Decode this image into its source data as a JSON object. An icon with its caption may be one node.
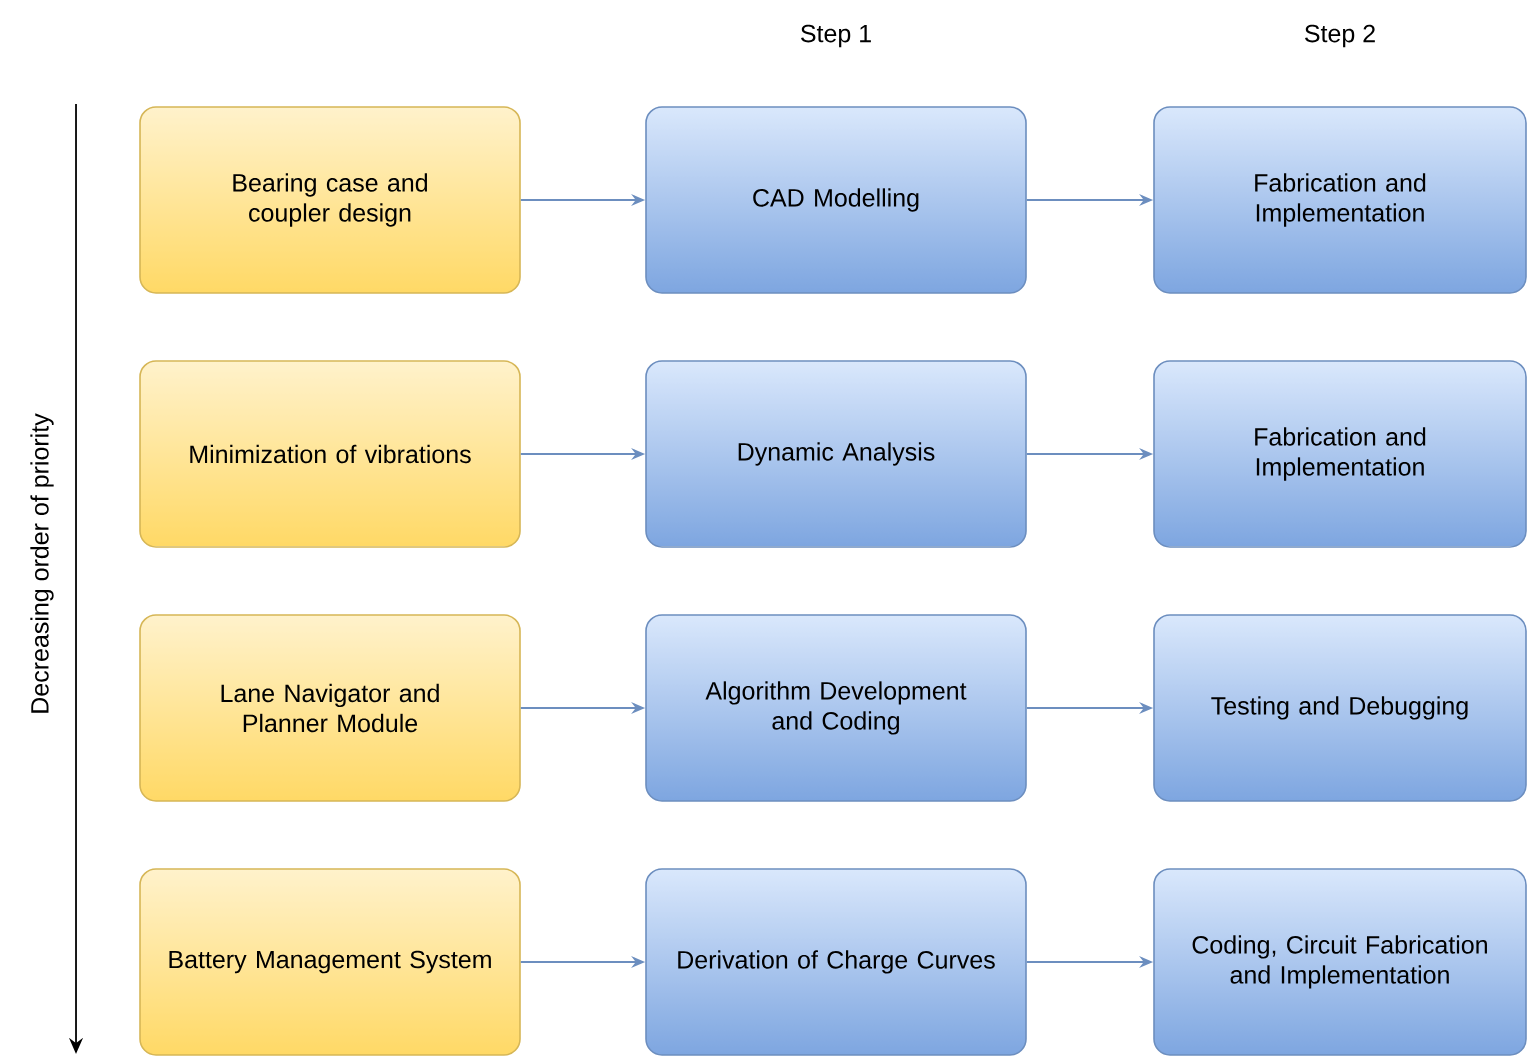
{
  "diagram": {
    "nodes": [
      {
        "text": [
          "Bearing case and coupler design"
        ]
      },
      {
        "text": [
          "CAD Modelling"
        ]
      },
      {
        "text": [
          "Fabrication and Implementation"
        ]
      },
      {
        "text": [
          "Minimization of vibrations"
        ]
      },
      {
        "text": [
          "Dynamic Analysis"
        ]
      },
      {
        "text": [
          "Fabrication and Implementation"
        ]
      },
      {
        "text": [
          "Lane Navigator and Planner Module"
        ]
      },
      {
        "text": [
          "Algorithm Development and Coding"
        ]
      },
      {
        "text": [
          "Testing and Debugging"
        ]
      },
      {
        "text": [
          "Battery Management System"
        ]
      },
      {
        "text": [
          "Derivation of Charge Curves"
        ]
      },
      {
        "text": [
          "Coding, Circuit Fabrication and Implementation"
        ]
      }
    ],
    "edges": [
      {
        "from": 0,
        "to": 1,
        "arrow": "to"
      },
      {
        "from": 1,
        "to": 2,
        "arrow": "to"
      },
      {
        "from": 3,
        "to": 4,
        "arrow": "to"
      },
      {
        "from": 4,
        "to": 5,
        "arrow": "to"
      },
      {
        "from": 6,
        "to": 7,
        "arrow": "to"
      },
      {
        "from": 7,
        "to": 8,
        "arrow": "to"
      },
      {
        "from": 9,
        "to": 10,
        "arrow": "to"
      },
      {
        "from": 10,
        "to": 11,
        "arrow": "to"
      }
    ],
    "labels": [
      "Step 1",
      "Step 2",
      "Decreasing order of priority"
    ]
  }
}
